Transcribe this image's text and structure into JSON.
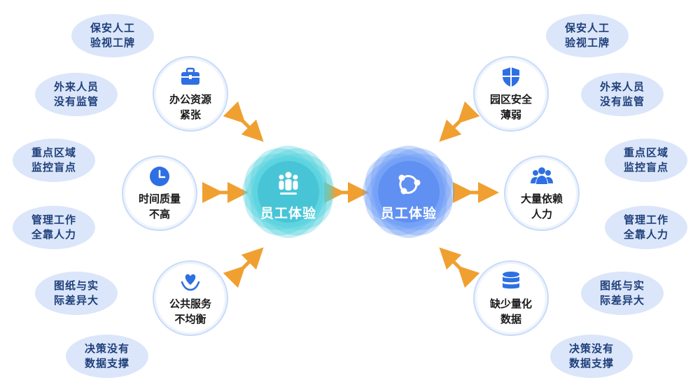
{
  "left_center": {
    "label": "员工体验"
  },
  "right_center": {
    "label": "员工体验"
  },
  "left_nodes": [
    {
      "line1": "办公资源",
      "line2": "紧张",
      "icon": "briefcase-icon"
    },
    {
      "line1": "时间质量",
      "line2": "不高",
      "icon": "clock-icon"
    },
    {
      "line1": "公共服务",
      "line2": "不均衡",
      "icon": "heart-hand-icon"
    }
  ],
  "right_nodes": [
    {
      "line1": "园区安全",
      "line2": "薄弱",
      "icon": "shield-icon"
    },
    {
      "line1": "大量依赖",
      "line2": "人力",
      "icon": "people-icon"
    },
    {
      "line1": "缺少量化",
      "line2": "数据",
      "icon": "database-icon"
    }
  ],
  "left_tags": [
    {
      "line1": "保安人工",
      "line2": "验视工牌"
    },
    {
      "line1": "外来人员",
      "line2": "没有监管"
    },
    {
      "line1": "重点区域",
      "line2": "监控盲点"
    },
    {
      "line1": "管理工作",
      "line2": "全靠人力"
    },
    {
      "line1": "图纸与实",
      "line2": "际差异大"
    },
    {
      "line1": "决策没有",
      "line2": "数据支撑"
    }
  ],
  "right_tags": [
    {
      "line1": "保安人工",
      "line2": "验视工牌"
    },
    {
      "line1": "外来人员",
      "line2": "没有监管"
    },
    {
      "line1": "重点区域",
      "line2": "监控盲点"
    },
    {
      "line1": "管理工作",
      "line2": "全靠人力"
    },
    {
      "line1": "图纸与实",
      "line2": "际差异大"
    },
    {
      "line1": "决策没有",
      "line2": "数据支撑"
    }
  ],
  "colors": {
    "arrow": "#f0a030",
    "tag_bg": "#dbe6fa",
    "left_center": "#3fc4d6",
    "right_center": "#5b8cf0"
  }
}
